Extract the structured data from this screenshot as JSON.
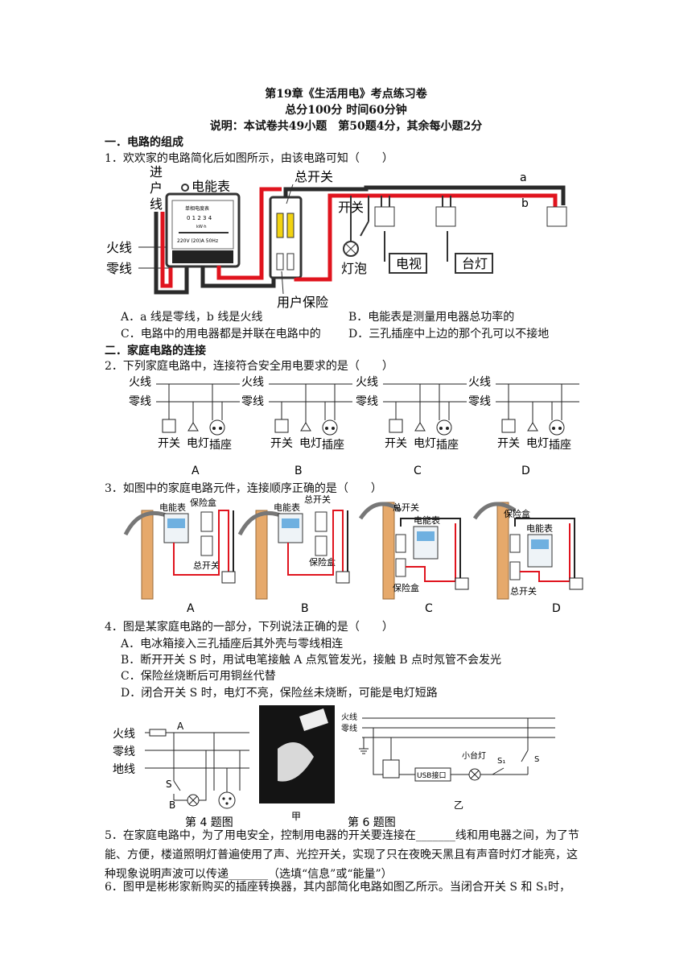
{
  "header": {
    "title": "第19章《生活用电》考点练习卷",
    "subtitle": "总分100分 时间60分钟",
    "note": "说明：本试卷共49小题　第50题4分，其余每小题2分"
  },
  "sections": {
    "s1": "一．电路的组成",
    "s2": "二．家庭电路的连接"
  },
  "q1": {
    "stem": "1．欢欢家的电路简化后如图所示，由该电路可知（　　）",
    "fig": {
      "entry": [
        "进",
        "户",
        "线"
      ],
      "meter": "电能表",
      "main_switch": "总开关",
      "switch": "开关",
      "bulb": "灯泡",
      "tv": "电视",
      "lamp": "台灯",
      "fuse": "用户保险",
      "live": "火线",
      "neutral": "零线",
      "a": "a",
      "b": "b",
      "meter_face": "单相电度表",
      "meter_digits": "0 1 2 3 4",
      "meter_unit": "kW·h",
      "meter_rating": "220V (20)A 50Hz"
    },
    "options": [
      "A．a 线是零线，b 线是火线",
      "B．电能表是测量用电器总功率的",
      "C．电路中的用电器都是并联在电路中的",
      "D．三孔插座中上边的那个孔可以不接地"
    ]
  },
  "q2": {
    "stem": "2．下列家庭电路中，连接符合安全用电要求的是（　　）",
    "live": "火线",
    "neutral": "零线",
    "labels": [
      "开关",
      "电灯",
      "插座"
    ],
    "panels": [
      "A",
      "B",
      "C",
      "D"
    ]
  },
  "q3": {
    "stem": "3．如图中的家庭电路元件，连接顺序正确的是（　　）",
    "meter": "电能表",
    "fuse_box": "保险盒",
    "main_switch": "总开关",
    "panels": [
      "A",
      "B",
      "C",
      "D"
    ]
  },
  "q4": {
    "stem": "4．图是某家庭电路的一部分，下列说法正确的是（　　）",
    "options": [
      "A．电冰箱接入三孔插座后其外壳与零线相连",
      "B．断开开关 S 时，用试电笔接触 A 点氖管发光，接触 B 点时氖管不会发光",
      "C．保险丝烧断后可用铜丝代替",
      "D．闭合开关 S 时，电灯不亮，保险丝未烧断，可能是电灯短路"
    ],
    "fig": {
      "live": "火线",
      "neutral": "零线",
      "ground": "地线",
      "A": "A",
      "B": "B",
      "S": "S",
      "jia": "甲",
      "yi": "乙",
      "usb": "USB接口",
      "small_lamp": "小台灯",
      "s1": "S₁",
      "s": "S",
      "cap4": "第 4 题图",
      "cap6": "第 6 题图"
    }
  },
  "q5": {
    "text": "5．在家庭电路中，为了用电安全，控制用电器的开关要连接在_______线和用电器之间，为了节能、方便，楼道照明灯普遍使用了声、光控开关，实现了只在夜晚天黑且有声音时灯才能亮，这种现象说明声波可以传递_______（选填“信息”或“能量”）"
  },
  "q6": {
    "text": "6．图甲是彬彬家新购买的插座转换器，其内部简化电路如图乙所示。当闭合开关 S 和 S₁时，"
  },
  "colors": {
    "red": "#e0141e",
    "dark": "#2a2a2a",
    "ink": "#111111"
  }
}
